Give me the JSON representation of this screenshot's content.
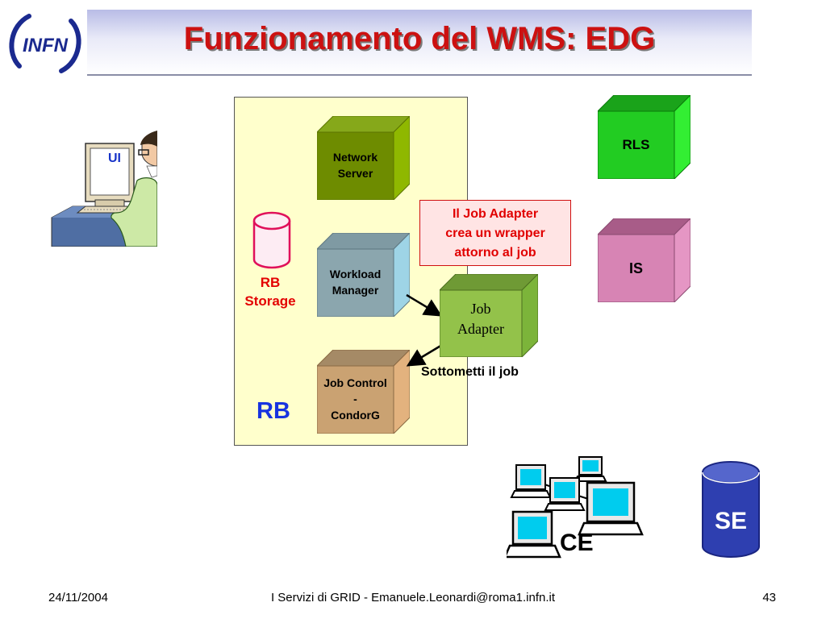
{
  "title": "Funzionamento del WMS: EDG",
  "logo_text": "INFN",
  "ui_label": "UI",
  "rb_storage": {
    "line1": "RB",
    "line2": "Storage"
  },
  "rb_label": "RB",
  "network_server": {
    "line1": "Network",
    "line2": "Server"
  },
  "workload_manager": {
    "line1": "Workload",
    "line2": "Manager"
  },
  "job_control": {
    "line1": "Job Control",
    "line2": "-",
    "line3": "CondorG"
  },
  "job_adapter": {
    "line1": "Job",
    "line2": "Adapter"
  },
  "callout": {
    "line1": "Il Job Adapter",
    "line2": "crea un wrapper",
    "line3": "attorno al job"
  },
  "submit_label": "Sottometti il job",
  "rls_label": "RLS",
  "is_label": "IS",
  "ce_label": "CE",
  "se_label": "SE",
  "footer": {
    "date": "24/11/2004",
    "center": "I Servizi di GRID - Emanuele.Leonardi@roma1.infn.it",
    "page": "43"
  },
  "colors": {
    "title_red": "#cc1111",
    "network_server": "#6e8c00",
    "workload_manager": "#8ba6ae",
    "job_control": "#caa272",
    "job_adapter": "#93c24a",
    "rls": "#22cc22",
    "is": "#d784b4",
    "se": "#2e3fb0",
    "rb_yellow": "#ffffcc"
  }
}
